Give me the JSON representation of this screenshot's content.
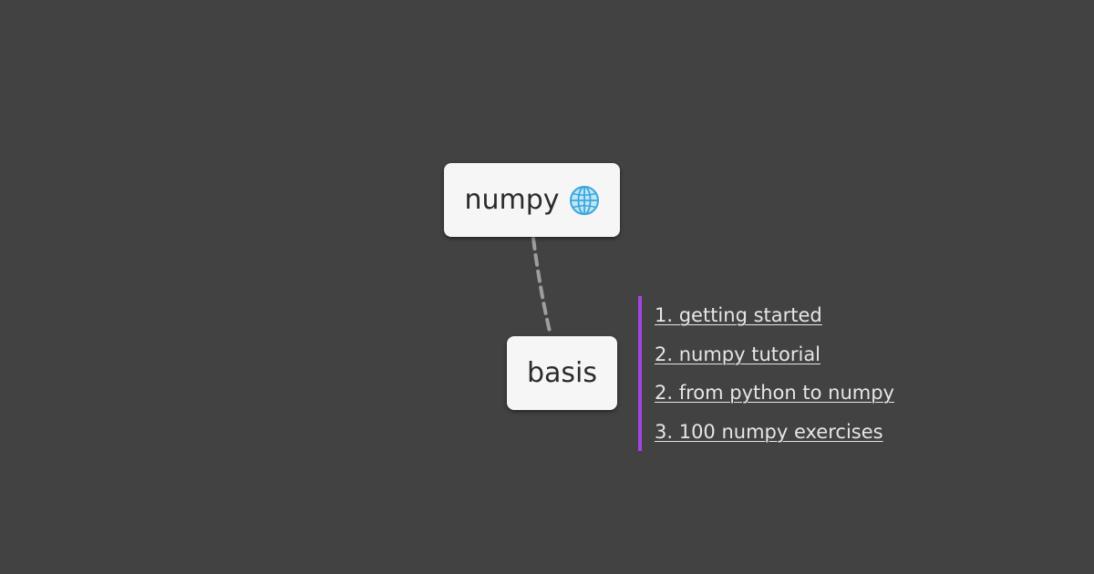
{
  "mindmap": {
    "root": {
      "label": "numpy",
      "icon": "globe-icon"
    },
    "child": {
      "label": "basis"
    },
    "links": [
      "1. getting started",
      "2. numpy tutorial",
      "2. from python to numpy",
      "3. 100 numpy exercises"
    ]
  },
  "colors": {
    "background": "#424242",
    "node_fill": "#f6f6f6",
    "node_text": "#2b2b2b",
    "connector": "#9e9e9e",
    "link_bar": "#a445e6",
    "link_text": "#e6e6e6",
    "globe": "#3aa7dc"
  }
}
